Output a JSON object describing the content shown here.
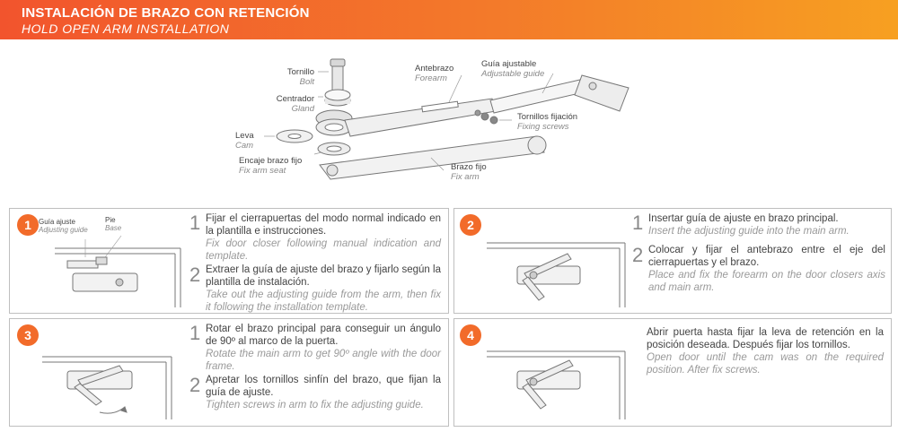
{
  "header": {
    "title_es": "INSTALACIÓN DE BRAZO CON RETENCIÓN",
    "title_en": "HOLD OPEN ARM INSTALLATION"
  },
  "parts": {
    "bolt": {
      "es": "Tornillo",
      "en": "Bolt"
    },
    "gland": {
      "es": "Centrador",
      "en": "Gland"
    },
    "cam": {
      "es": "Leva",
      "en": "Cam"
    },
    "fix_arm_seat": {
      "es": "Encaje brazo fijo",
      "en": "Fix arm seat"
    },
    "forearm": {
      "es": "Antebrazo",
      "en": "Forearm"
    },
    "adjustable_guide": {
      "es": "Guía ajustable",
      "en": "Adjustable guide"
    },
    "fixing_screws": {
      "es": "Tornillos fijación",
      "en": "Fixing screws"
    },
    "fix_arm": {
      "es": "Brazo fijo",
      "en": "Fix arm"
    }
  },
  "panels": [
    {
      "number": "1",
      "labels": {
        "guide_es": "Guía ajuste",
        "guide_en": "Adjusting guide",
        "base_es": "Pie",
        "base_en": "Base"
      },
      "steps": [
        {
          "n": "1",
          "es": "Fijar el cierrapuertas del modo normal indicado en la plantilla e instrucciones.",
          "en": "Fix door closer following manual indication and template."
        },
        {
          "n": "2",
          "es": "Extraer la guía de ajuste del brazo y fijarlo según la plantilla de instalación.",
          "en": "Take out the adjusting guide from the arm, then fix it following the installation template."
        }
      ]
    },
    {
      "number": "2",
      "steps": [
        {
          "n": "1",
          "es": "Insertar guía de ajuste en brazo principal.",
          "en": "Insert the adjusting guide into the main arm."
        },
        {
          "n": "2",
          "es": "Colocar y fijar el antebrazo entre el eje del cierrapuertas y el brazo.",
          "en": "Place and fix the forearm on the door closers axis and main arm."
        }
      ]
    },
    {
      "number": "3",
      "steps": [
        {
          "n": "1",
          "es": "Rotar el brazo principal para conseguir un ángulo de 90º al marco de la puerta.",
          "en": "Rotate the main arm to get 90º angle with the door frame."
        },
        {
          "n": "2",
          "es": "Apretar los tornillos sinfín del brazo, que fijan la guía de ajuste.",
          "en": "Tighten screws in arm to fix the adjusting guide."
        }
      ]
    },
    {
      "number": "4",
      "steps": [
        {
          "n": "",
          "es": "Abrir puerta hasta fijar la leva de retención en la posición deseada. Después fijar los tornillos.",
          "en": "Open door until the cam was on the required position. After fix screws."
        }
      ]
    }
  ]
}
